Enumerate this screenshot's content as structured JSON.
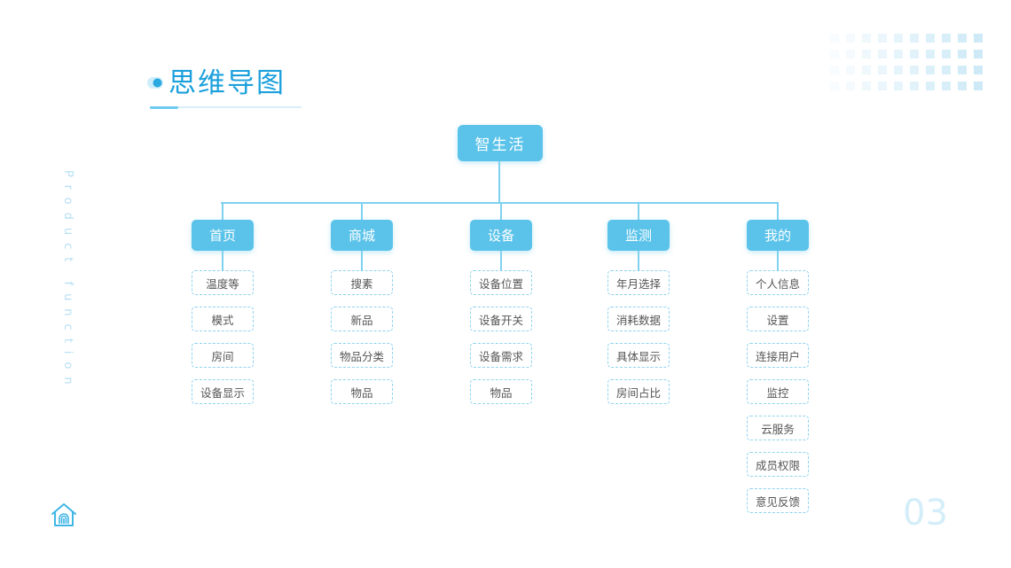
{
  "page": {
    "title": "思维导图",
    "vertical_caption": "Product function",
    "page_number": "03"
  },
  "diagram": {
    "root": "智生活",
    "categories": [
      {
        "label": "首页",
        "items": [
          "温度等",
          "模式",
          "房间",
          "设备显示"
        ]
      },
      {
        "label": "商城",
        "items": [
          "搜素",
          "新品",
          "物品分类",
          "物品"
        ]
      },
      {
        "label": "设备",
        "items": [
          "设备位置",
          "设备开关",
          "设备需求",
          "物品"
        ]
      },
      {
        "label": "监测",
        "items": [
          "年月选择",
          "消耗数据",
          "具体显示",
          "房间占比"
        ]
      },
      {
        "label": "我的",
        "items": [
          "个人信息",
          "设置",
          "连接用户",
          "监控",
          "云服务",
          "成员权限",
          "意见反馈"
        ]
      }
    ]
  },
  "colors": {
    "accent": "#5bc3ea",
    "title": "#1ba0dc",
    "connector": "#7fd2ef",
    "leaf_border": "#8fd3f1"
  },
  "icons": [
    "home-fingerprint-icon",
    "title-toggle-icon"
  ]
}
